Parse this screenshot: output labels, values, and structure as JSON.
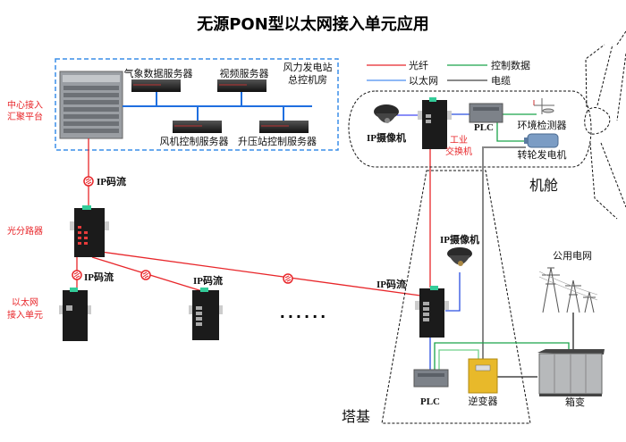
{
  "title": "无源PON型以太网接入单元应用",
  "colors": {
    "fiber": "#e8262a",
    "ethernet": "#2a4fe0",
    "control": "#1aa34a",
    "cable": "#444444",
    "bus": "#1f6fe0",
    "dashed_box": "#3a8ee8"
  },
  "legend": [
    {
      "label": "光纤",
      "color": "#e8262a"
    },
    {
      "label": "控制数据",
      "color": "#1aa34a"
    },
    {
      "label": "以太网",
      "color": "#4a8ef0"
    },
    {
      "label": "电缆",
      "color": "#444444"
    }
  ],
  "control_room": {
    "label_line1": "风力发电站",
    "label_line2": "总控机房",
    "servers": [
      "气象数据服务器",
      "视频服务器",
      "风机控制服务器",
      "升压站控制服务器"
    ]
  },
  "left_labels": {
    "center_line1": "中心接入",
    "center_line2": "汇聚平台",
    "splitter": "光分路器",
    "unit_line1": "以太网",
    "unit_line2": "接入单元"
  },
  "stream_label": "IP码流",
  "ellipsis": "......",
  "nacelle": {
    "label": "机舱",
    "camera": "IP摄像机",
    "switch_line1": "工业",
    "switch_line2": "交换机",
    "plc": "PLC",
    "env_detector": "环境检测器",
    "generator": "转轮发电机"
  },
  "tower": {
    "label": "塔基",
    "camera": "IP摄像机",
    "plc": "PLC",
    "inverter": "逆变器",
    "box_transformer": "箱变",
    "grid": "公用电网"
  }
}
